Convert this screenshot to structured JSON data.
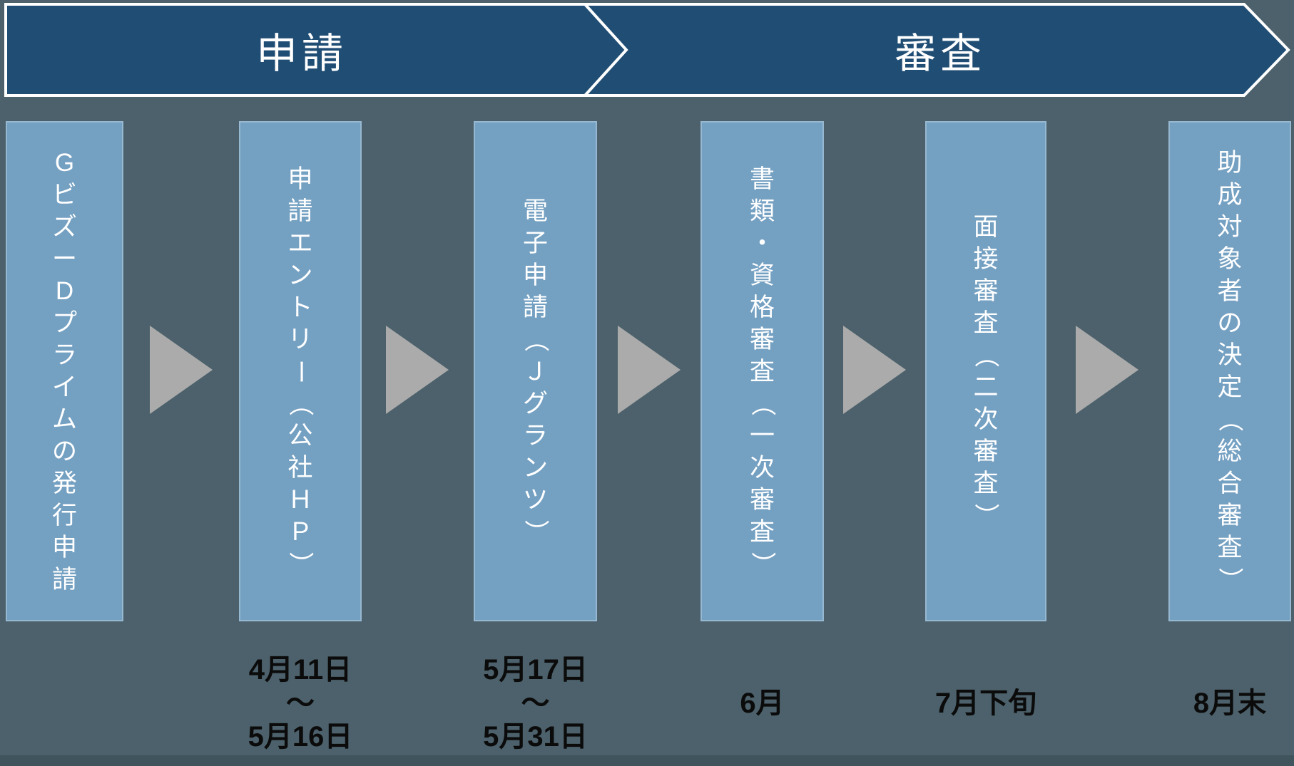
{
  "colors": {
    "background": "#4C616B",
    "phase_arrow_fill": "#204D74",
    "phase_arrow_outline": "#FFFFFF",
    "step_box_fill": "#74A0C2",
    "step_text": "#FFFFFF",
    "connector_gray": "#ABABAB",
    "date_text": "#0B0B0B",
    "bottom_strip": "#40545E"
  },
  "phases": [
    {
      "label": "申請"
    },
    {
      "label": "審査"
    }
  ],
  "steps": [
    {
      "text": "GビズーDプライムの発行申請",
      "chars": [
        {
          "ch": "G"
        },
        {
          "ch": "ビ"
        },
        {
          "ch": "ズ"
        },
        {
          "ch": "ー"
        },
        {
          "ch": "D"
        },
        {
          "ch": "プ"
        },
        {
          "ch": "ラ"
        },
        {
          "ch": "イ"
        },
        {
          "ch": "ム"
        },
        {
          "ch": "の"
        },
        {
          "ch": "発"
        },
        {
          "ch": "行"
        },
        {
          "ch": "申"
        },
        {
          "ch": "請"
        }
      ],
      "date_lines": []
    },
    {
      "text": "申請エントリー（公社ＨＰ）",
      "chars": [
        {
          "ch": "申"
        },
        {
          "ch": "請"
        },
        {
          "ch": "エ"
        },
        {
          "ch": "ン"
        },
        {
          "ch": "ト"
        },
        {
          "ch": "リ"
        },
        {
          "ch": "ー",
          "rot": true
        },
        {
          "ch": "（",
          "rot": true
        },
        {
          "ch": "公"
        },
        {
          "ch": "社"
        },
        {
          "ch": "Ｈ"
        },
        {
          "ch": "Ｐ"
        },
        {
          "ch": "）",
          "rot": true
        }
      ],
      "date_lines": [
        "4月11日",
        "～",
        "5月16日"
      ]
    },
    {
      "text": "電子申請（Ｊグランツ）",
      "chars": [
        {
          "ch": "電"
        },
        {
          "ch": "子"
        },
        {
          "ch": "申"
        },
        {
          "ch": "請"
        },
        {
          "ch": "（",
          "rot": true
        },
        {
          "ch": "Ｊ"
        },
        {
          "ch": "グ"
        },
        {
          "ch": "ラ"
        },
        {
          "ch": "ン"
        },
        {
          "ch": "ツ"
        },
        {
          "ch": "）",
          "rot": true
        }
      ],
      "date_lines": [
        "5月17日",
        "～",
        "5月31日"
      ]
    },
    {
      "text": "書類・資格審査（一次審査）",
      "chars": [
        {
          "ch": "書"
        },
        {
          "ch": "類"
        },
        {
          "ch": "・"
        },
        {
          "ch": "資"
        },
        {
          "ch": "格"
        },
        {
          "ch": "審"
        },
        {
          "ch": "査"
        },
        {
          "ch": "（",
          "rot": true
        },
        {
          "ch": "一"
        },
        {
          "ch": "次"
        },
        {
          "ch": "審"
        },
        {
          "ch": "査"
        },
        {
          "ch": "）",
          "rot": true
        }
      ],
      "date_lines": [
        "6月"
      ]
    },
    {
      "text": "面接審査（二次審査）",
      "chars": [
        {
          "ch": "面"
        },
        {
          "ch": "接"
        },
        {
          "ch": "審"
        },
        {
          "ch": "査"
        },
        {
          "ch": "（",
          "rot": true
        },
        {
          "ch": "二"
        },
        {
          "ch": "次"
        },
        {
          "ch": "審"
        },
        {
          "ch": "査"
        },
        {
          "ch": "）",
          "rot": true
        }
      ],
      "date_lines": [
        "7月下旬"
      ]
    },
    {
      "text": "助成対象者の決定（総合審査）",
      "chars": [
        {
          "ch": "助"
        },
        {
          "ch": "成"
        },
        {
          "ch": "対"
        },
        {
          "ch": "象"
        },
        {
          "ch": "者"
        },
        {
          "ch": "の"
        },
        {
          "ch": "決"
        },
        {
          "ch": "定"
        },
        {
          "ch": "（",
          "rot": true
        },
        {
          "ch": "総"
        },
        {
          "ch": "合"
        },
        {
          "ch": "審"
        },
        {
          "ch": "査"
        },
        {
          "ch": "）",
          "rot": true
        }
      ],
      "date_lines": [
        "8月末"
      ]
    }
  ]
}
